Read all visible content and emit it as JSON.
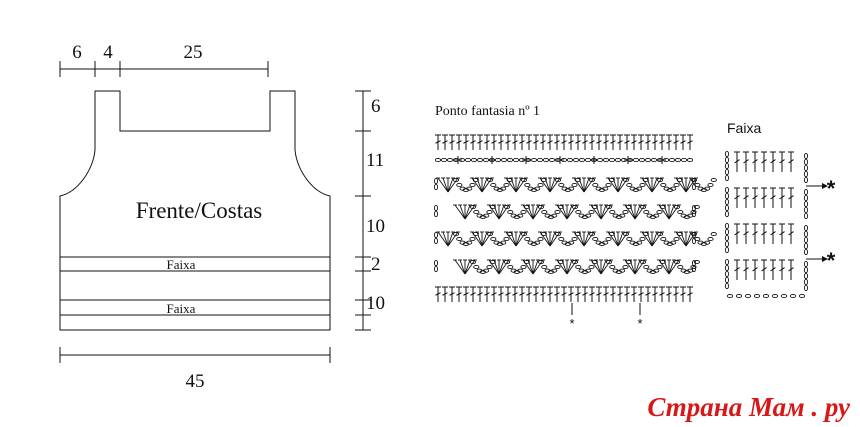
{
  "diagram": {
    "top_dims": [
      "6",
      "4",
      "25"
    ],
    "right_dims": [
      "6",
      "11",
      "10",
      "2",
      "10"
    ],
    "bottom_dim": "45",
    "panel_label": "Frente/Costas",
    "band_labels": [
      "Faixa",
      "Faixa"
    ],
    "chart1_title": "Ponto fantasia nº 1",
    "chart2_title": "Faixa",
    "chart1_stars": [
      "*",
      "*"
    ],
    "chart2_stars": [
      "*",
      "*"
    ]
  },
  "watermark": {
    "text": "Страна Мам . ру",
    "color": "#d81818"
  }
}
